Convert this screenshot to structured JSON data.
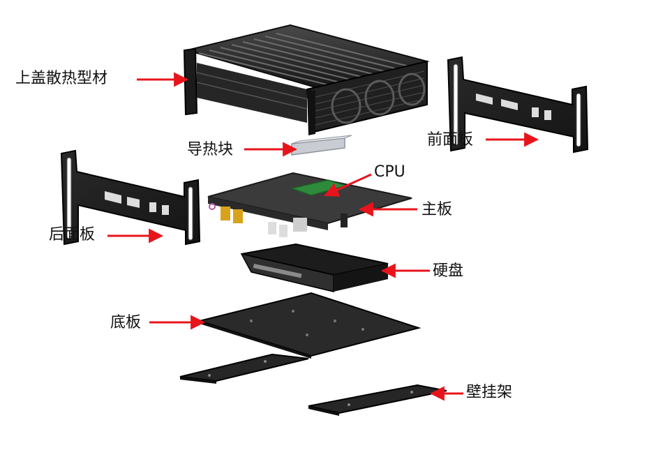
{
  "labels": {
    "top_heatsink": "上盖散热型材",
    "heat_block": "导热块",
    "front_panel": "前面板",
    "cpu": "CPU",
    "mainboard": "主板",
    "rear_panel": "后面板",
    "hdd": "硬盘",
    "bottom_plate": "底板",
    "wall_mount": "壁挂架"
  },
  "colors": {
    "arrow": "#e8141b",
    "part_dark": "#1c1c1c",
    "part_mid": "#3a3a3a",
    "part_light": "#8a8a8a",
    "pcb_green": "#2e8b3c",
    "port_yellow": "#d9a21b",
    "heat_block": "#c9cdd3"
  }
}
